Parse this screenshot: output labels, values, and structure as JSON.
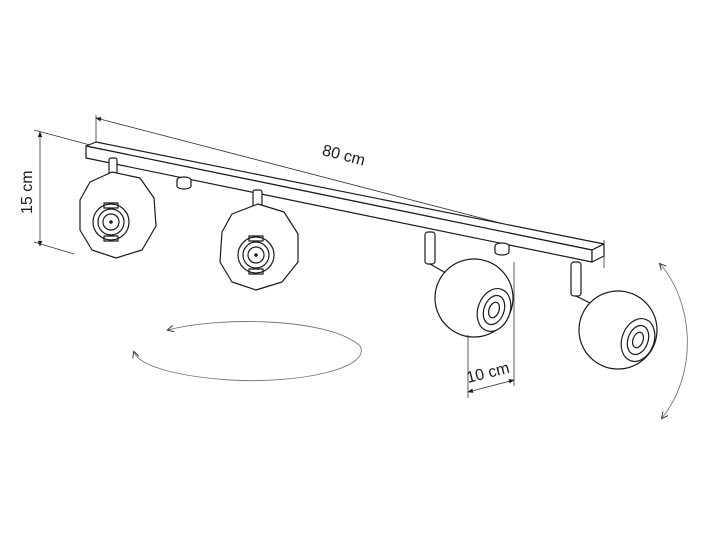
{
  "dimensions": {
    "length_label": "80 cm",
    "height_label": "15 cm",
    "spot_label": "10 cm"
  },
  "product": {
    "spot_count": 4
  },
  "colors": {
    "line": "#1a1a1a",
    "background": "#ffffff"
  },
  "icons": [
    "rotation-horizontal-icon",
    "rotation-vertical-icon"
  ]
}
